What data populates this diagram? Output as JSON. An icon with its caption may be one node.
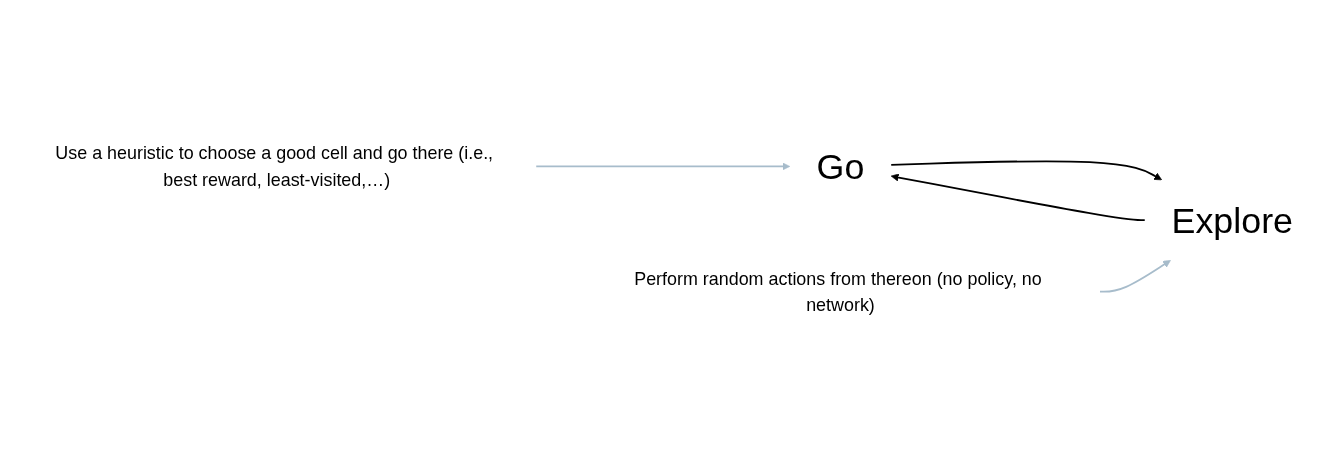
{
  "diagram": {
    "nodes": [
      {
        "text": [
          "Go"
        ]
      },
      {
        "text": [
          "Explore"
        ]
      },
      {
        "text": [
          "Perform random actions from thereon (no policy, no network)"
        ]
      },
      {
        "text": [
          "Use a heuristic to choose a good cell and go there (i.e., best reward, least-visited,…)"
        ]
      }
    ],
    "edges": [
      {
        "from": 0,
        "to": 1,
        "arrow": "to"
      },
      {
        "from": 1,
        "to": 0,
        "arrow": "to"
      },
      {
        "from": 2,
        "to": 1,
        "arrow": "to",
        "color": "#a7bccb"
      },
      {
        "from": 3,
        "to": 0,
        "arrow": "to",
        "color": "#a7bccb"
      }
    ]
  }
}
